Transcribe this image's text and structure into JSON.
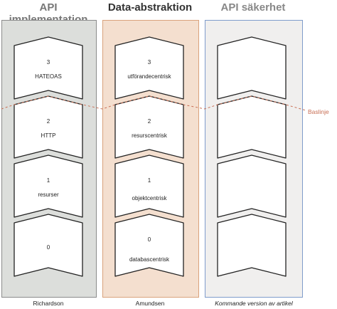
{
  "columns": [
    {
      "title": "API implementation",
      "caption": "Richardson",
      "cards": [
        {
          "number": "3",
          "label": "HATEOAS"
        },
        {
          "number": "2",
          "label": "HTTP"
        },
        {
          "number": "1",
          "label": "resurser"
        },
        {
          "number": "0",
          "label": ""
        }
      ]
    },
    {
      "title": "Data-abstraktion",
      "caption": "Amundsen",
      "cards": [
        {
          "number": "3",
          "label": "utförandecentrisk"
        },
        {
          "number": "2",
          "label": "resurscentrisk"
        },
        {
          "number": "1",
          "label": "objektcentrisk"
        },
        {
          "number": "0",
          "label": "databascentrisk"
        }
      ]
    },
    {
      "title": "API säkerhet",
      "caption": "Kommande version av artikel",
      "cards": [
        {
          "number": "",
          "label": ""
        },
        {
          "number": "",
          "label": ""
        },
        {
          "number": "",
          "label": ""
        },
        {
          "number": "",
          "label": ""
        }
      ]
    }
  ],
  "baseline_label": "Baslinje",
  "colors": {
    "panel_gray": "#dcdedb",
    "panel_peach": "#f4dfcf",
    "panel_light": "#f0efee",
    "baseline": "#c86f55"
  }
}
